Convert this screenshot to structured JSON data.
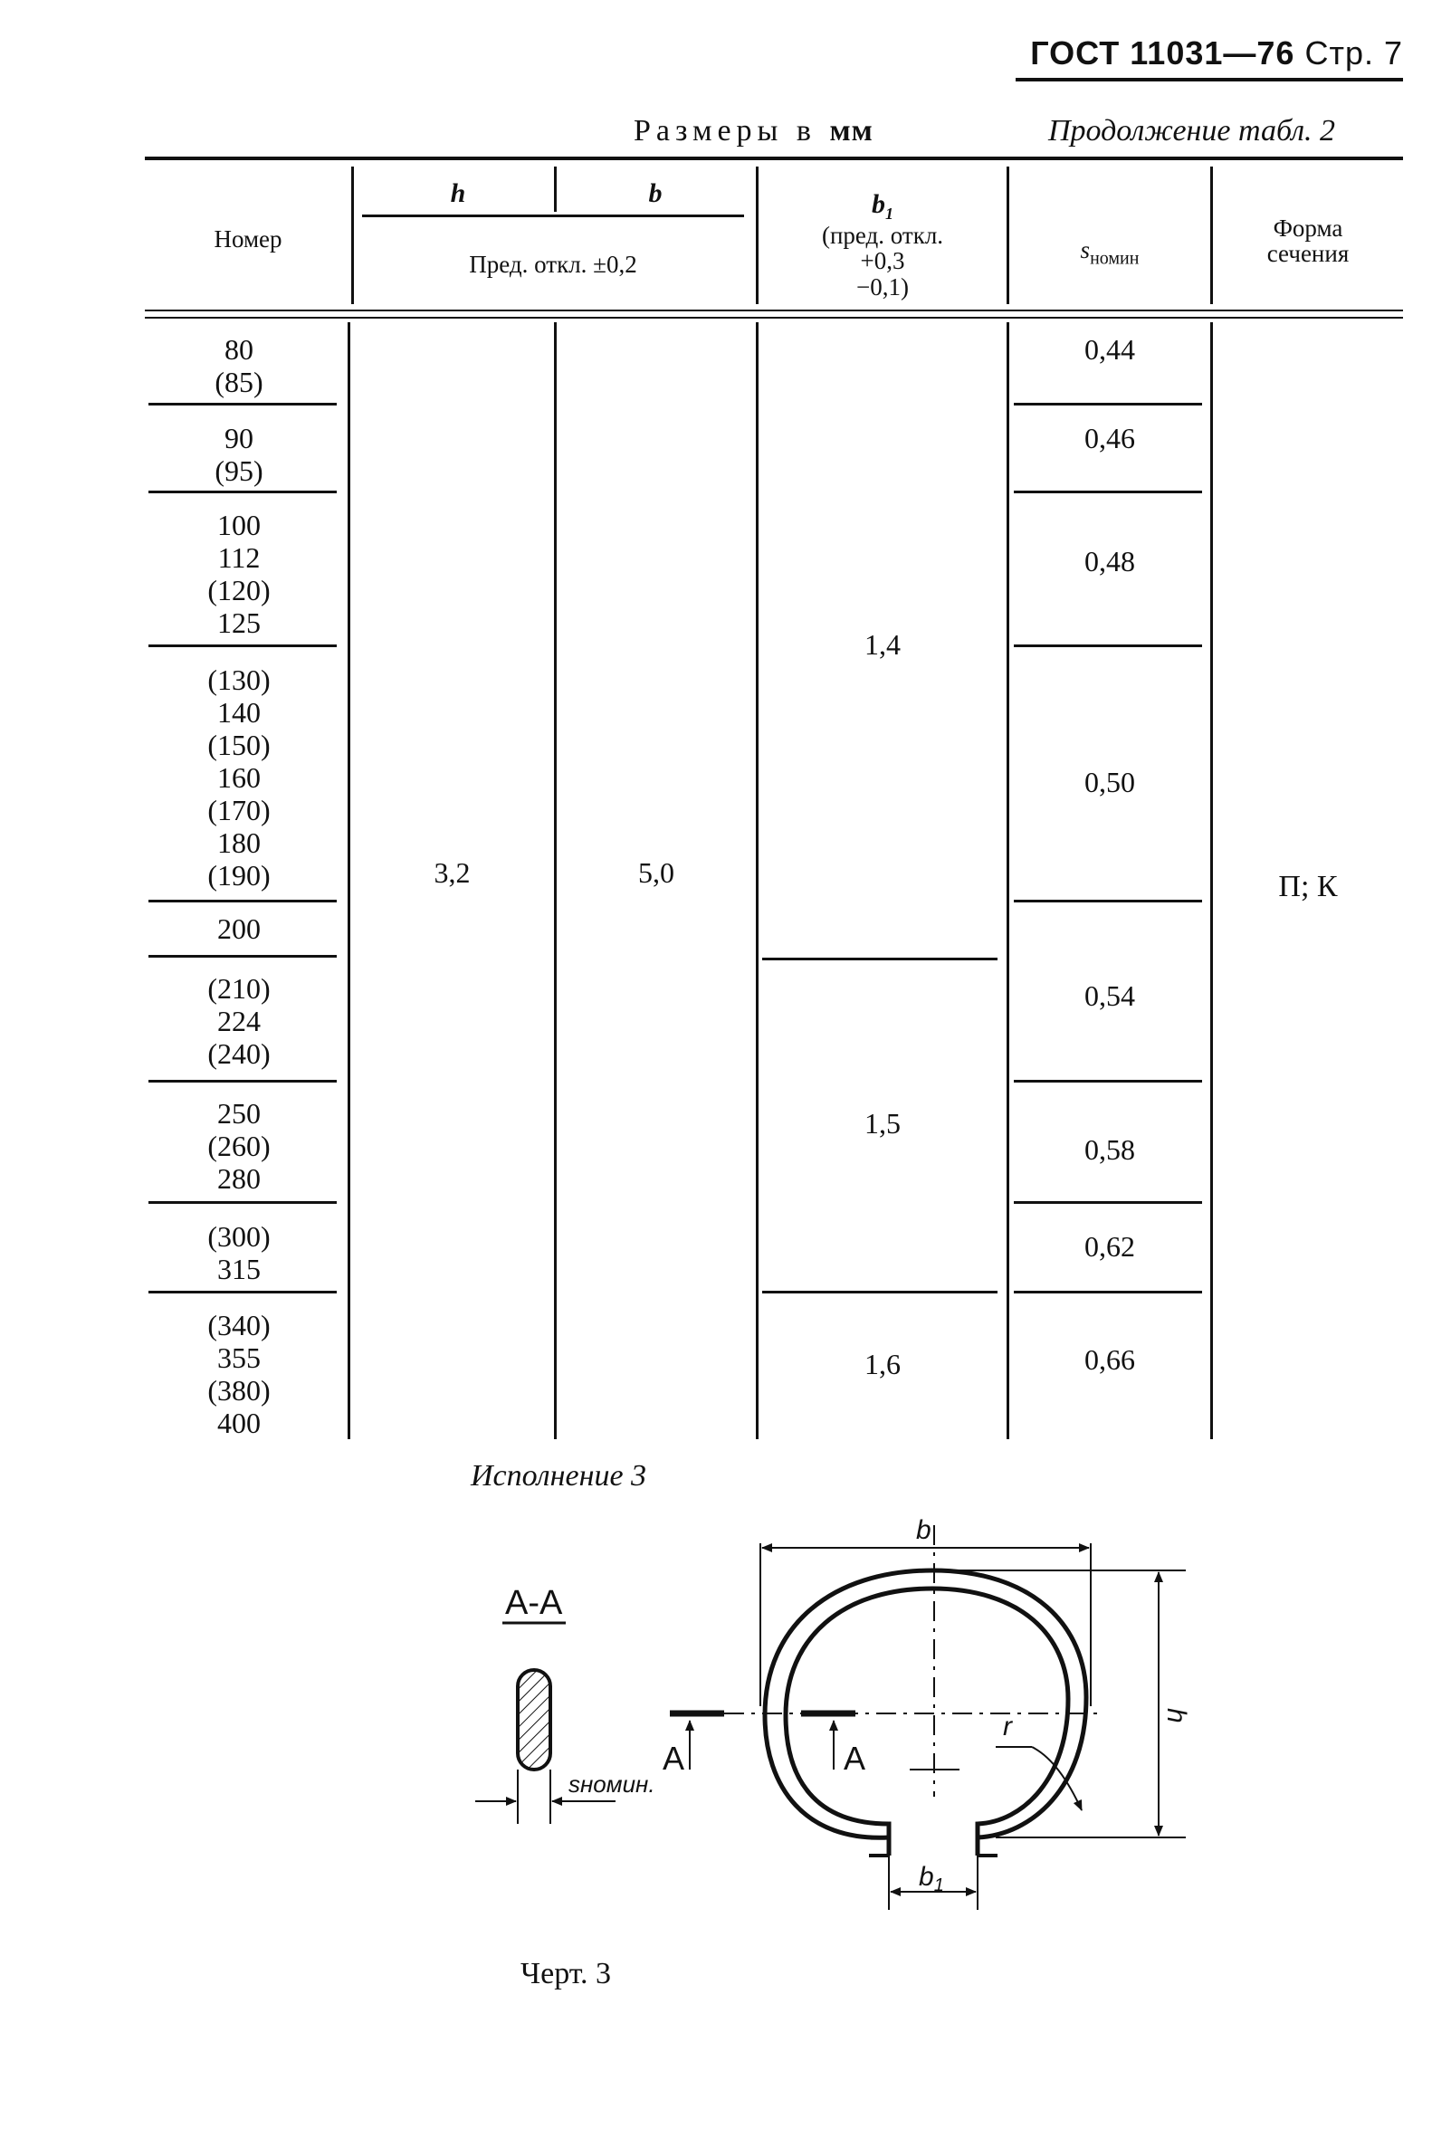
{
  "header": {
    "standard": "ГОСТ 11031—76",
    "page": "Стр. 7",
    "sizes_prefix": "Размеры в",
    "sizes_unit": "мм",
    "continuation": "Продолжение табл. 2"
  },
  "table": {
    "col_number": "Номер",
    "col_h": "h",
    "col_b": "b",
    "col_tol": "Пред. откл. ±0,2",
    "col_b1": "b",
    "col_b1_sub": "1",
    "col_b1_tol": [
      "(пред. откл.",
      "+0,3",
      "−0,1)"
    ],
    "col_s": "s",
    "col_s_sub": "номин",
    "col_form": [
      "Форма",
      "сечения"
    ],
    "groups": [
      {
        "numbers": [
          "80",
          "(85)"
        ],
        "s": "0,44"
      },
      {
        "numbers": [
          "90",
          "(95)"
        ],
        "s": "0,46"
      },
      {
        "numbers": [
          "100",
          "112",
          "(120)",
          "125"
        ],
        "s": "0,48"
      },
      {
        "numbers": [
          "(130)",
          "140",
          "(150)",
          "160",
          "(170)",
          "180",
          "(190)"
        ],
        "s": "0,50"
      },
      {
        "numbers": [
          "200"
        ],
        "s": ""
      },
      {
        "numbers": [
          "(210)",
          "224",
          "(240)"
        ],
        "s": "0,54"
      },
      {
        "numbers": [
          "250",
          "(260)",
          "280"
        ],
        "s": "0,58"
      },
      {
        "numbers": [
          "(300)",
          "315"
        ],
        "s": "0,62"
      },
      {
        "numbers": [
          "(340)",
          "355",
          "(380)",
          "400"
        ],
        "s": "0,66"
      }
    ],
    "h_value": "3,2",
    "b_value": "5,0",
    "b1_values": [
      "1,4",
      "1,5",
      "1,6"
    ],
    "form_value": "П; К"
  },
  "figure": {
    "title": "Исполнение 3",
    "section_label": "А-А",
    "s_label": "sномин.",
    "dim_b": "b",
    "dim_h": "h",
    "dim_r": "r",
    "dim_b1": "b",
    "dim_b1_sub": "1",
    "arrow_label": "А",
    "caption": "Черт. 3"
  }
}
